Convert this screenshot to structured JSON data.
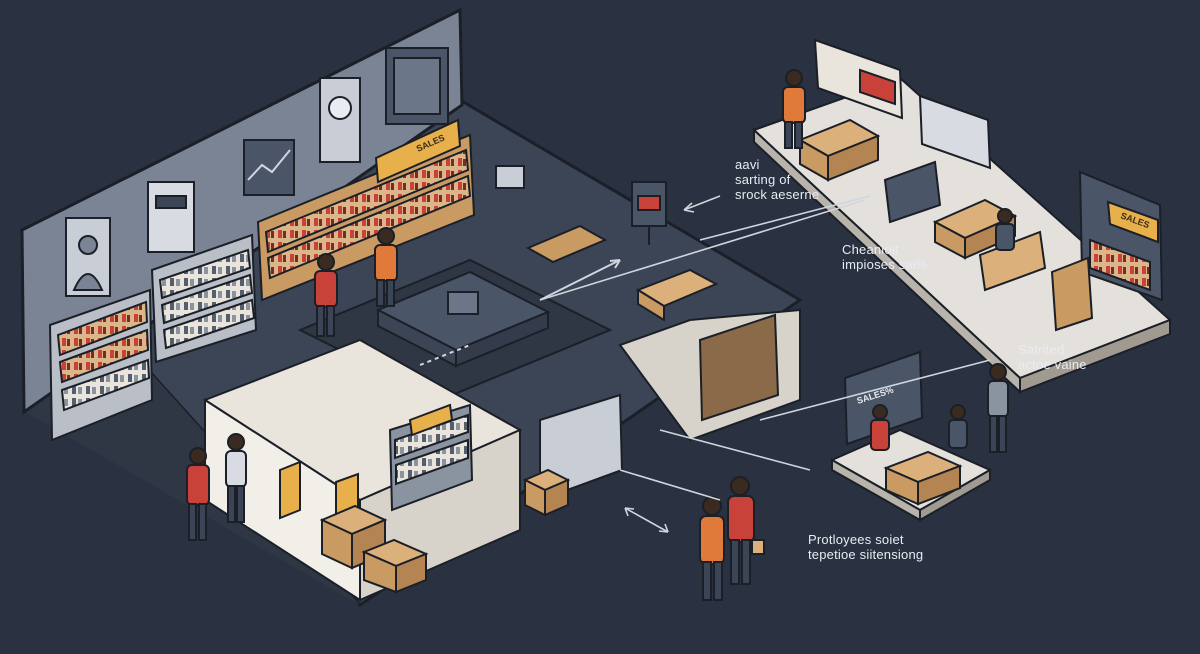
{
  "annotations": [
    {
      "id": "stock",
      "lines": [
        "aavi",
        "sarting of",
        "srock aeserne"
      ]
    },
    {
      "id": "checkout",
      "lines": [
        "Cheanioit",
        "impioses sai%"
      ]
    },
    {
      "id": "service",
      "lines": [
        "Satrited",
        "actoe vaine"
      ]
    },
    {
      "id": "employees",
      "lines": [
        "Protloyees soiet",
        "tepetioe siitensiong"
      ]
    }
  ],
  "signs": {
    "sales_shelf": "SALES",
    "sales_booth": "SALES",
    "sales_display": "SALES%"
  },
  "colors": {
    "background": "#2a3140",
    "floor": "#3b4556",
    "wall": "#7b8494",
    "accent_red": "#c9423a",
    "box_tan": "#c99a62",
    "outline": "#1b1f27"
  }
}
